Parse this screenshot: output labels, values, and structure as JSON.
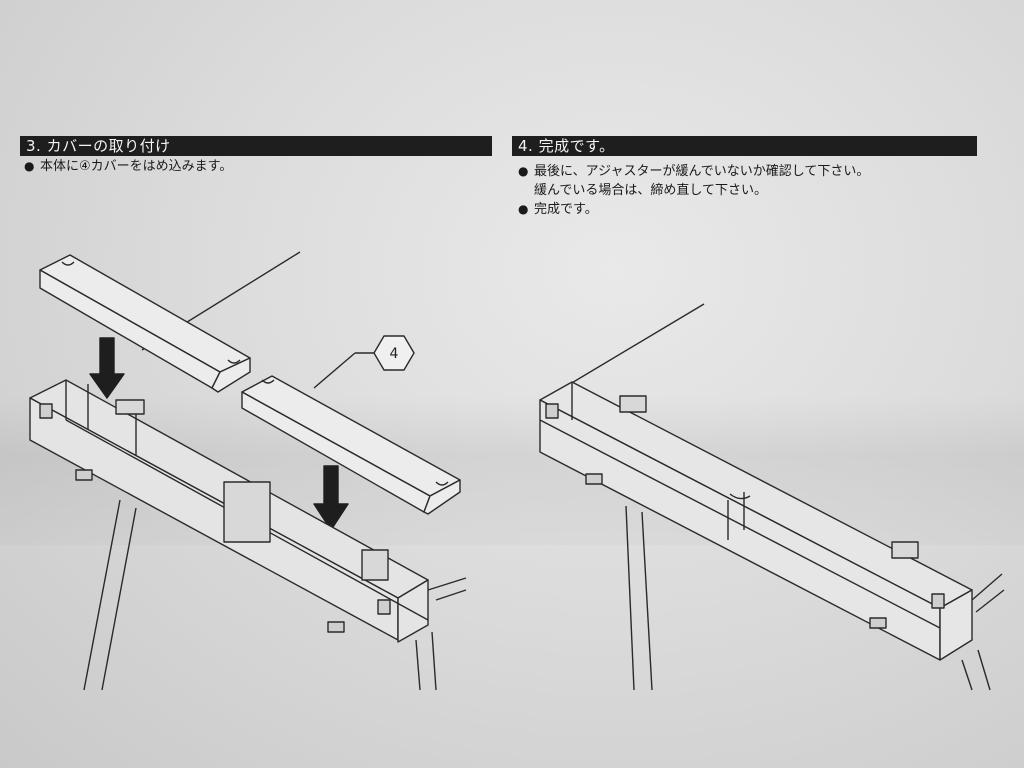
{
  "step3": {
    "title": "3. カバーの取り付け",
    "bullet": "本体に④カバーをはめ込みます。",
    "part_callout": "4"
  },
  "step4": {
    "title": "4. 完成です。",
    "bullet1_line1": "最後に、アジャスターが緩んでいないか確認して下さい。",
    "bullet1_line2": "緩んでいる場合は、締め直して下さい。",
    "bullet2": "完成です。"
  },
  "bullet_glyph": "●",
  "colors": {
    "header_bg": "#1e1e1e",
    "header_text": "#f4f4f4",
    "ink": "#1a1a1a"
  }
}
